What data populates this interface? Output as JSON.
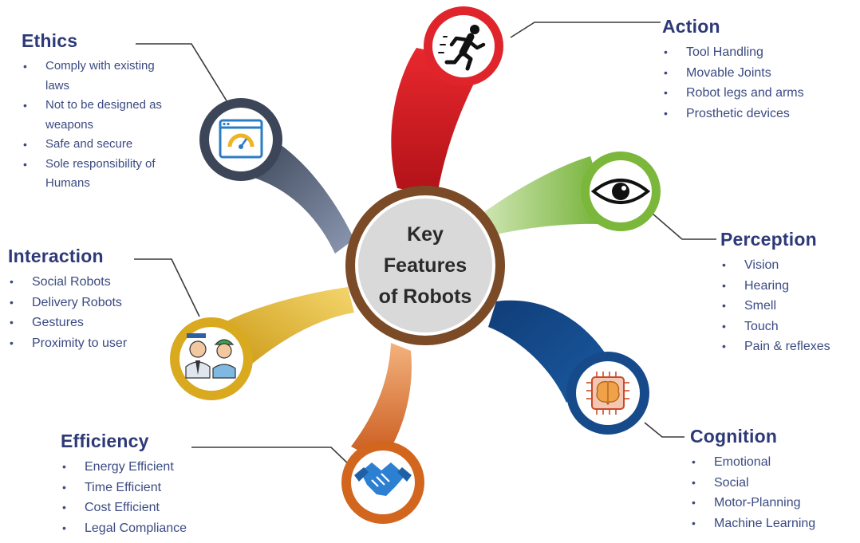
{
  "center": {
    "lines": [
      "Key",
      "Features",
      "of Robots"
    ]
  },
  "features": [
    {
      "id": "action",
      "title": "Action",
      "icon": "running-person-icon",
      "items": [
        "Tool Handling",
        "Movable Joints",
        "Robot legs and arms",
        "Prosthetic devices"
      ]
    },
    {
      "id": "perception",
      "title": "Perception",
      "icon": "eye-icon",
      "items": [
        "Vision",
        "Hearing",
        "Smell",
        "Touch",
        "Pain & reflexes"
      ]
    },
    {
      "id": "cognition",
      "title": "Cognition",
      "icon": "brain-chip-icon",
      "items": [
        "Emotional",
        "Social",
        "Motor-Planning",
        "Machine Learning"
      ]
    },
    {
      "id": "efficiency",
      "title": "Efficiency",
      "icon": "handshake-icon",
      "items": [
        "Energy Efficient",
        "Time Efficient",
        "Cost Efficient",
        "Legal Compliance"
      ]
    },
    {
      "id": "interaction",
      "title": "Interaction",
      "icon": "people-icon",
      "items": [
        "Social Robots",
        "Delivery Robots",
        "Gestures",
        "Proximity to user"
      ]
    },
    {
      "id": "ethics",
      "title": "Ethics",
      "icon": "gauge-window-icon",
      "items": [
        "Comply with existing laws",
        "Not to be designed as weapons",
        "Safe and secure",
        "Sole responsibility of Humans"
      ]
    }
  ],
  "colors": {
    "action": "#e0242b",
    "perception": "#7bb73a",
    "cognition": "#164a8a",
    "efficiency": "#d2661e",
    "interaction": "#d9aa1f",
    "ethics": "#3d4658",
    "center_ring": "#7b4b27",
    "center_fill": "#d9d9d9",
    "text": "#2e3a78"
  }
}
